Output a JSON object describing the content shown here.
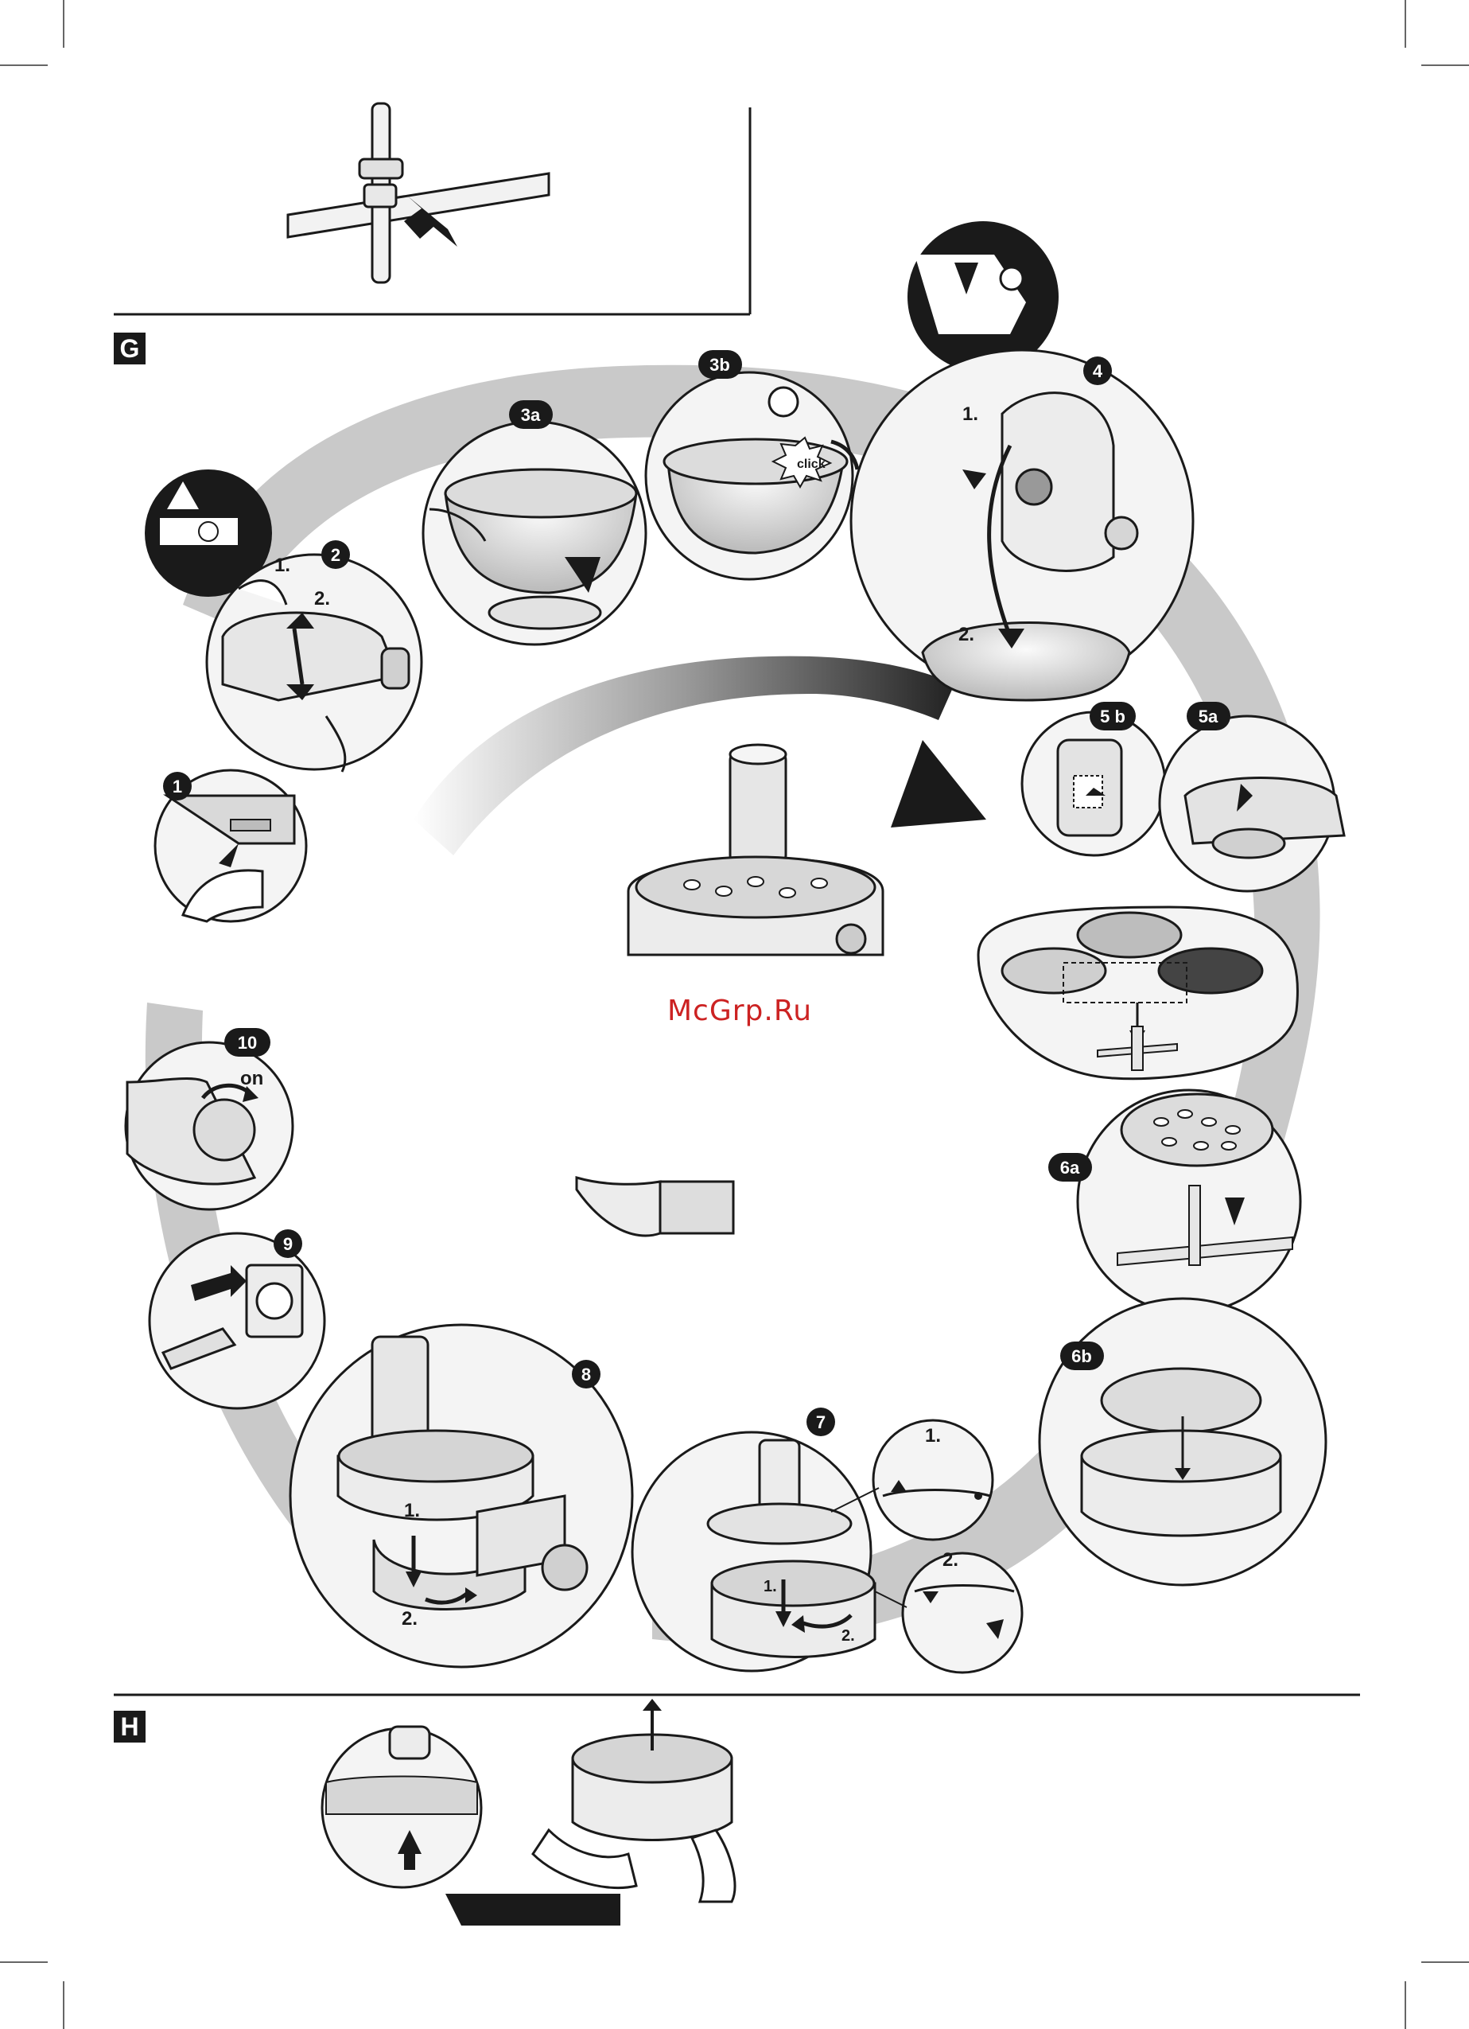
{
  "watermark": "McGrp.Ru",
  "sections": {
    "g_label": "G",
    "h_label": "H"
  },
  "steps": {
    "s1": "1",
    "s2": "2",
    "s3a": "3a",
    "s3b": "3b",
    "s4": "4",
    "s5a": "5a",
    "s5b": "5 b",
    "s6a": "6a",
    "s6b": "6b",
    "s7": "7",
    "s8": "8",
    "s9": "9",
    "s10": "10"
  },
  "callouts": {
    "step2_1": "1.",
    "step2_2": "2.",
    "step4_1": "1.",
    "step4_2": "2.",
    "step7_1": "1.",
    "step7_2": "2.",
    "step7_inner1": "1.",
    "step7_inner2": "2.",
    "step8_1": "1.",
    "step8_2": "2.",
    "click": "click",
    "on": "on"
  },
  "colors": {
    "ink": "#1a1a1a",
    "grey_band": "#c9c9c9",
    "light_fill": "#eeeeee",
    "watermark": "#cc2222"
  },
  "icons": [
    "arrow-icon",
    "socket-icon",
    "plug-icon",
    "disc-icon",
    "lock-icon"
  ]
}
